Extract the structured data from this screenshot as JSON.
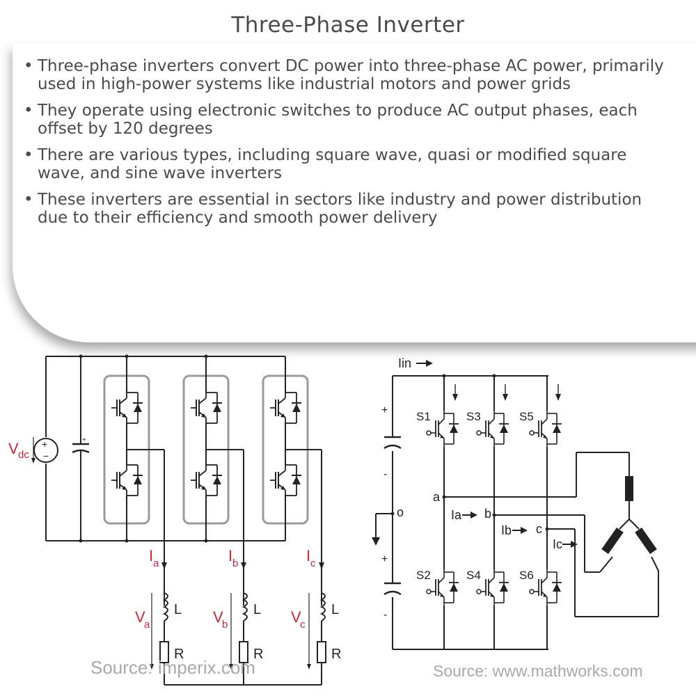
{
  "title": "Three-Phase Inverter",
  "bullets": [
    "Three-phase inverters convert DC power into three-phase AC power, primarily used in high-power systems like industrial motors and power grids",
    "They operate using electronic switches to produce AC output phases, each offset by 120 degrees",
    "There are various types, including square wave, quasi or modified square wave, and sine wave inverters",
    "These inverters are essential in sectors like industry and power distribution due to their efficiency and smooth power delivery"
  ],
  "left_diagram": {
    "source_label": "Source: imperix.com",
    "vdc_main": "V",
    "vdc_sub": "dc",
    "inductor_label": "L",
    "resistor_label": "R",
    "phases": [
      {
        "current_main": "I",
        "current_sub": "a",
        "voltage_main": "V",
        "voltage_sub": "a"
      },
      {
        "current_main": "I",
        "current_sub": "b",
        "voltage_main": "V",
        "voltage_sub": "b"
      },
      {
        "current_main": "I",
        "current_sub": "c",
        "voltage_main": "V",
        "voltage_sub": "c"
      }
    ],
    "colors": {
      "label": "#c8263a",
      "wire": "#222222",
      "box": "#9a9a9a"
    }
  },
  "right_diagram": {
    "source_label": "Source: www.mathworks.com",
    "input_current": "Iin",
    "midpoint": "o",
    "nodes": [
      "a",
      "b",
      "c"
    ],
    "phase_currents": [
      "Ia",
      "Ib",
      "Ic"
    ],
    "switches_top": [
      "S1",
      "S3",
      "S5"
    ],
    "switches_bottom": [
      "S2",
      "S4",
      "S6"
    ],
    "plus": "+",
    "minus": "-"
  }
}
